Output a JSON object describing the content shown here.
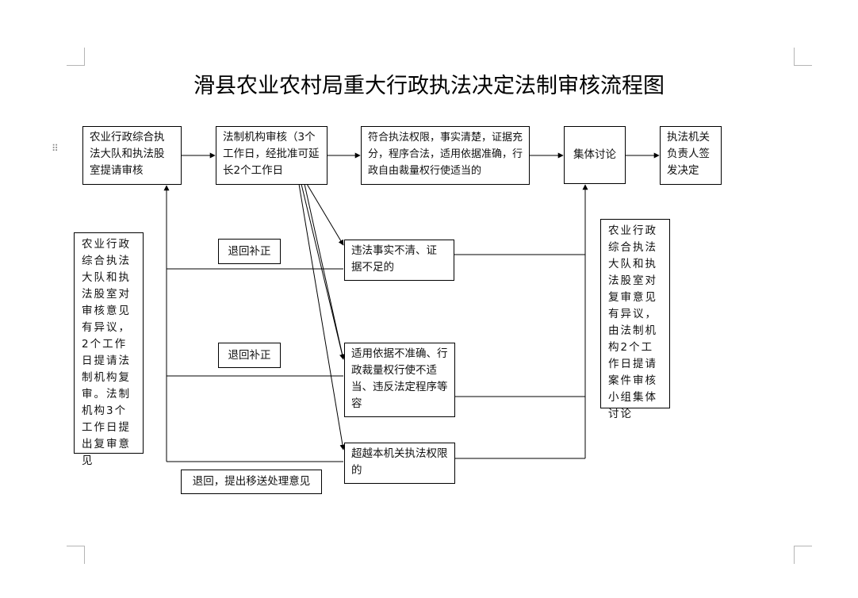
{
  "title": "滑县农业农村局重大行政执法决定法制审核流程图",
  "flow": {
    "step1": "农业行政综合执法大队和执法股室提请审核",
    "step2": "法制机构审核（3个工作日，经批准可延长2个工作日",
    "step3": "符合执法权限，事实清楚，证据充分，程序合法，适用依据准确，行政自由裁量权行使适当的",
    "step4": "集体讨论",
    "step5": "执法机关负责人签发决定"
  },
  "branches": {
    "b1": "违法事实不清、证据不足的",
    "b2": "适用依据不准确、行政裁量权行使不适当、违反法定程序等容",
    "b3": "超越本机关执法权限的"
  },
  "labels": {
    "return1": "退回补正",
    "return2": "退回补正",
    "return3": "退回，提出移送处理意见"
  },
  "side": {
    "left": "农业行政综合执法大队和执法股室对审核意见有异议，2个工作日提请法制机构复审。法制机构3个工作日提出复审意见",
    "right": "农业行政综合执法大队和执法股室对复审意见有异议，由法制机构2个工作日提请案件审核小组集体讨论"
  },
  "colors": {
    "line": "#000000",
    "corner": "#b5b5b5"
  }
}
